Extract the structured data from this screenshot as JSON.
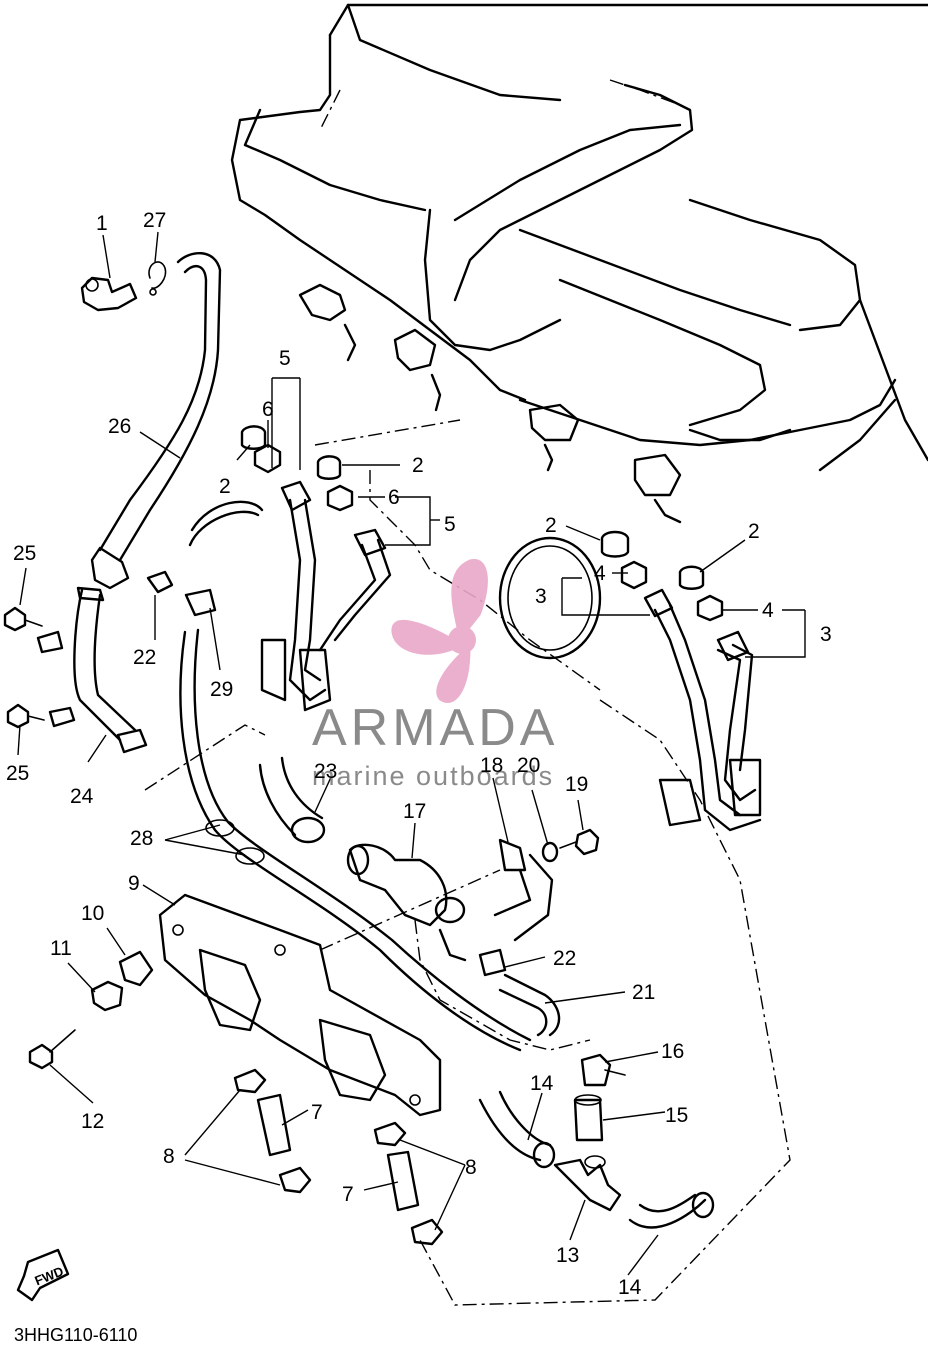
{
  "diagram": {
    "code": "3HHG110-6110",
    "fwd_label": "FWD",
    "watermark": {
      "title": "ARMADA",
      "subtitle": "marine outboards",
      "color": "#e9a8c8"
    },
    "callouts": {
      "c1": "1",
      "c27": "27",
      "c26": "26",
      "c25a": "25",
      "c25b": "25",
      "c22a": "22",
      "c29": "29",
      "c24": "24",
      "c5a": "5",
      "c6a": "6",
      "c2a": "2",
      "c2b": "2",
      "c6b": "6",
      "c5b": "5",
      "c2c": "2",
      "c2d": "2",
      "c4a": "4",
      "c3a": "3",
      "c4b": "4",
      "c3b": "3",
      "c23": "23",
      "c28": "28",
      "c9": "9",
      "c10": "10",
      "c11": "11",
      "c12": "12",
      "c17": "17",
      "c18": "18",
      "c20": "20",
      "c19": "19",
      "c22b": "22",
      "c21": "21",
      "c16": "16",
      "c14a": "14",
      "c15": "15",
      "c7a": "7",
      "c8a": "8",
      "c7b": "7",
      "c8b": "8",
      "c13": "13",
      "c14b": "14"
    }
  }
}
